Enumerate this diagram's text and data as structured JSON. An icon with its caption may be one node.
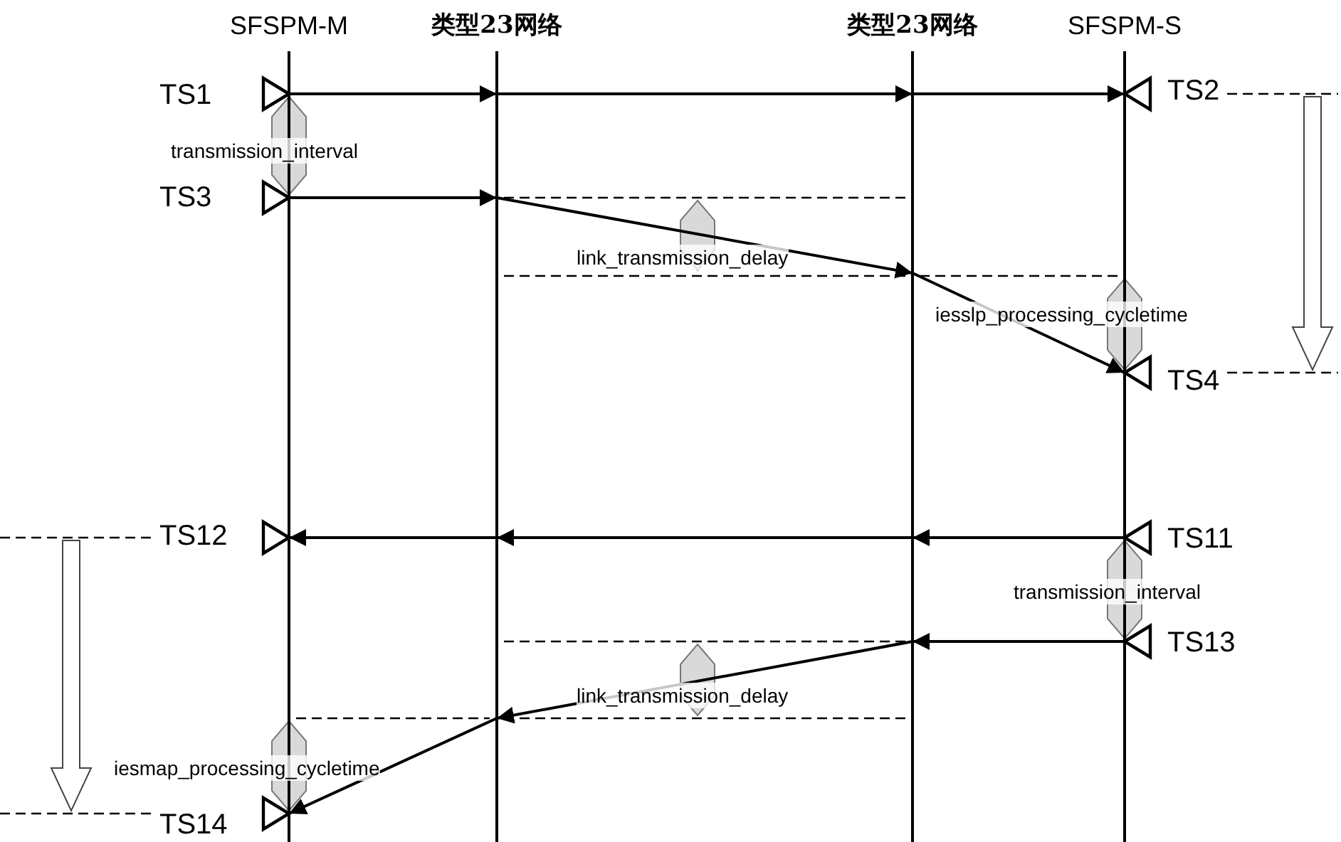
{
  "diagram": {
    "nodes": [
      {
        "text": [
          "SFSPM-M"
        ]
      },
      {
        "text": [
          "类型23网络"
        ]
      },
      {
        "text": [
          "类型23网络"
        ]
      },
      {
        "text": [
          "SFSPM-S"
        ]
      }
    ],
    "edges": [
      {
        "from": 0,
        "to": 1,
        "arrow": "to"
      },
      {
        "from": 1,
        "to": 2,
        "arrow": "to"
      },
      {
        "from": 2,
        "to": 3,
        "arrow": "to"
      },
      {
        "from": 0,
        "to": 1,
        "arrow": "to"
      },
      {
        "from": 1,
        "to": 2,
        "arrow": "to"
      },
      {
        "from": 2,
        "to": 3,
        "arrow": "to"
      },
      {
        "from": 3,
        "to": 2,
        "arrow": "to"
      },
      {
        "from": 2,
        "to": 1,
        "arrow": "to"
      },
      {
        "from": 1,
        "to": 0,
        "arrow": "to"
      },
      {
        "from": 3,
        "to": 2,
        "arrow": "to"
      },
      {
        "from": 2,
        "to": 1,
        "arrow": "to"
      },
      {
        "from": 1,
        "to": 0,
        "arrow": "to"
      }
    ],
    "labels": [
      "TS1",
      "TS2",
      "transmission_interval",
      "TS3",
      "link_transmission_delay",
      "iesslp_processing_cycletime",
      "TS4",
      "TS12",
      "TS11",
      "transmission_interval",
      "TS13",
      "link_transmission_delay",
      "iesmap_processing_cycletime",
      "TS14"
    ]
  }
}
